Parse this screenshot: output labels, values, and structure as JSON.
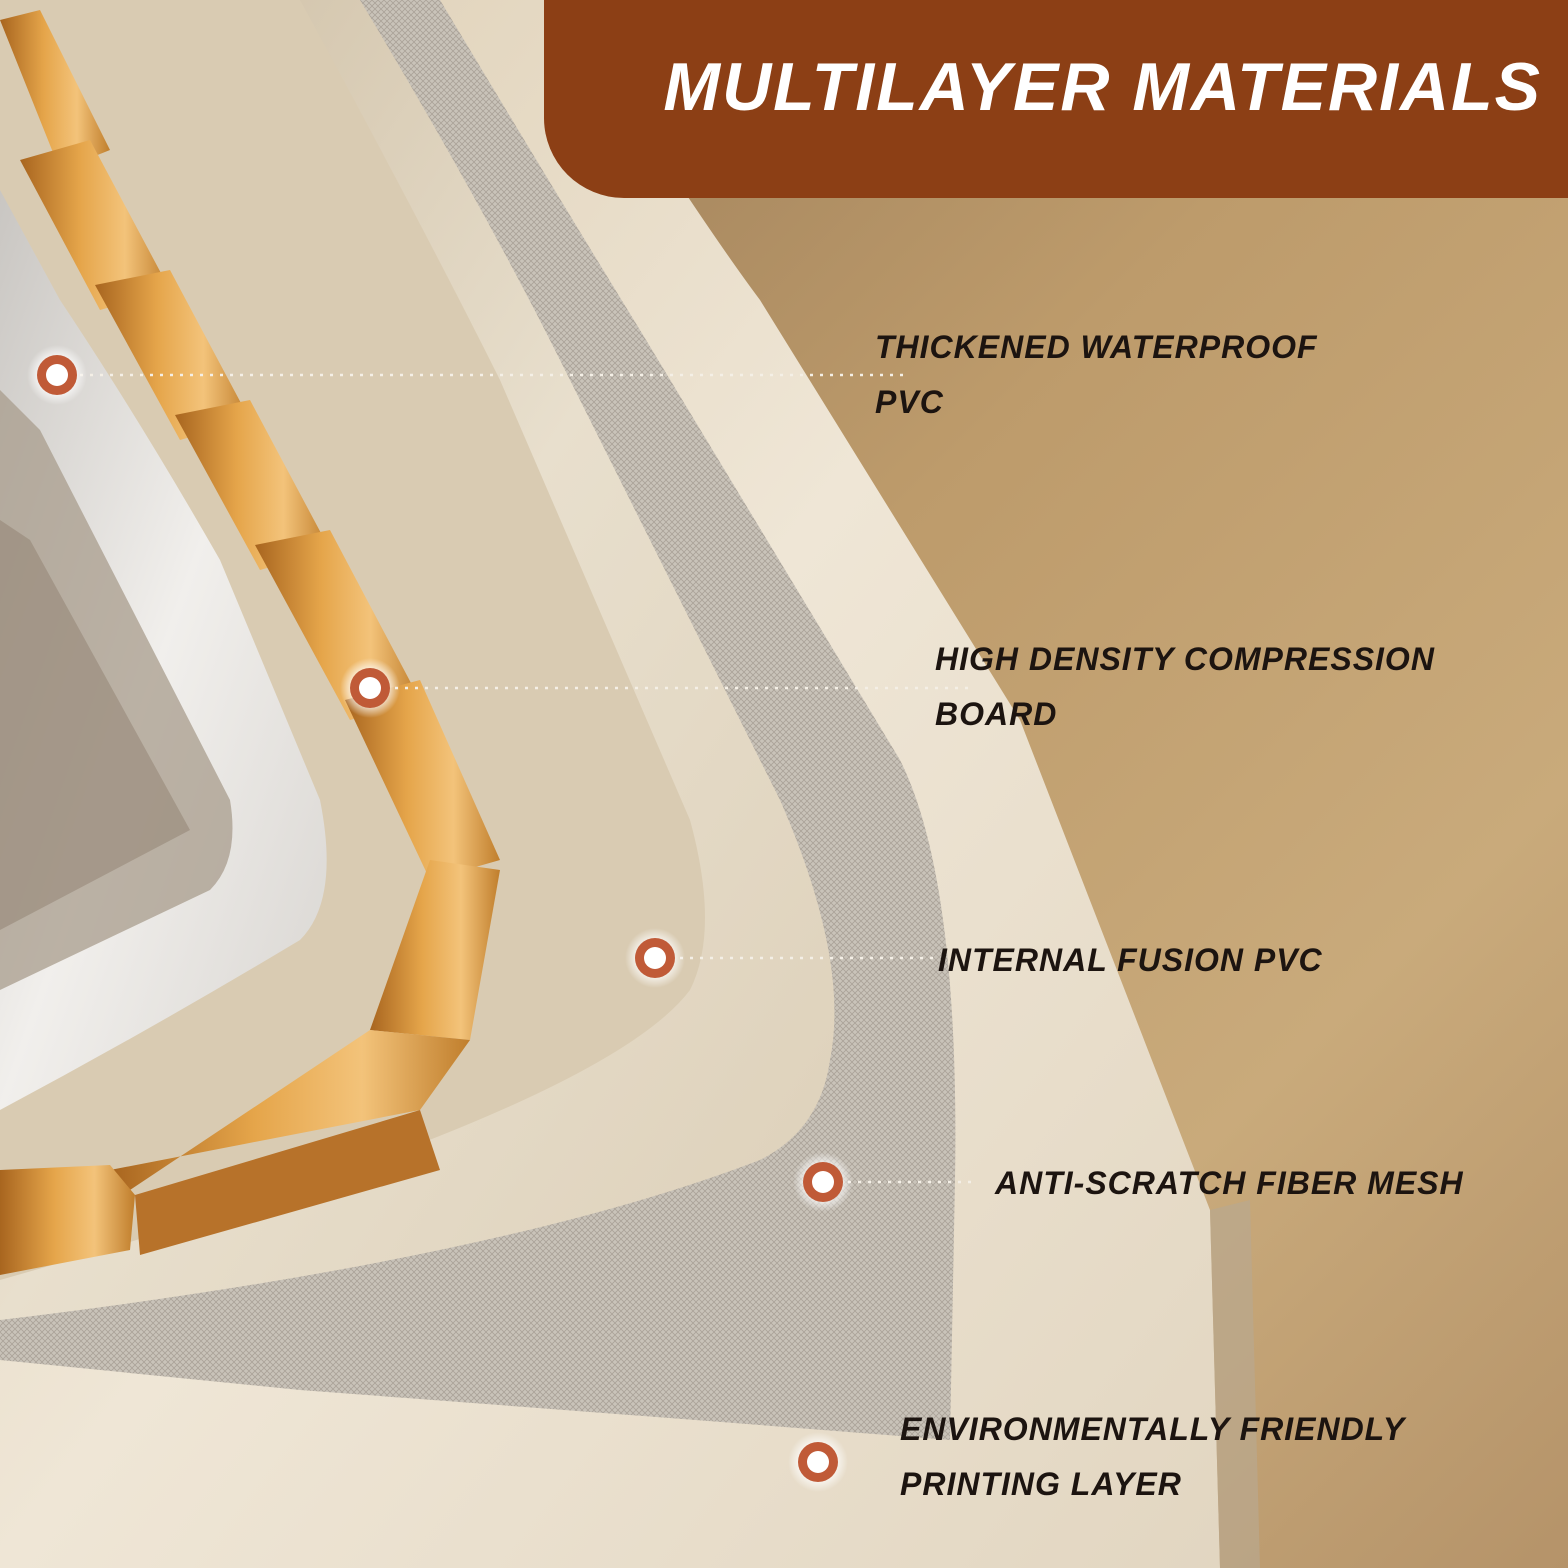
{
  "title": "MULTILAYER MATERIALS",
  "colors": {
    "banner": "#8c3f15",
    "marker_ring": "#c05a37",
    "gold_board": "#d99a3e",
    "cream_pvc": "#e9e0cf",
    "background": "#bb9a6c"
  },
  "layers": [
    {
      "name": "thickened-waterproof-pvc",
      "line1": "THICKENED WATERPROOF",
      "line2": "PVC"
    },
    {
      "name": "high-density-compression-board",
      "line1": "HIGH DENSITY COMPRESSION",
      "line2": "BOARD"
    },
    {
      "name": "internal-fusion-pvc",
      "line1": "INTERNAL FUSION PVC",
      "line2": ""
    },
    {
      "name": "anti-scratch-fiber-mesh",
      "line1": "ANTI-SCRATCH FIBER MESH",
      "line2": ""
    },
    {
      "name": "environmentally-friendly-printing-layer",
      "line1": "ENVIRONMENTALLY FRIENDLY",
      "line2": "PRINTING LAYER"
    }
  ]
}
